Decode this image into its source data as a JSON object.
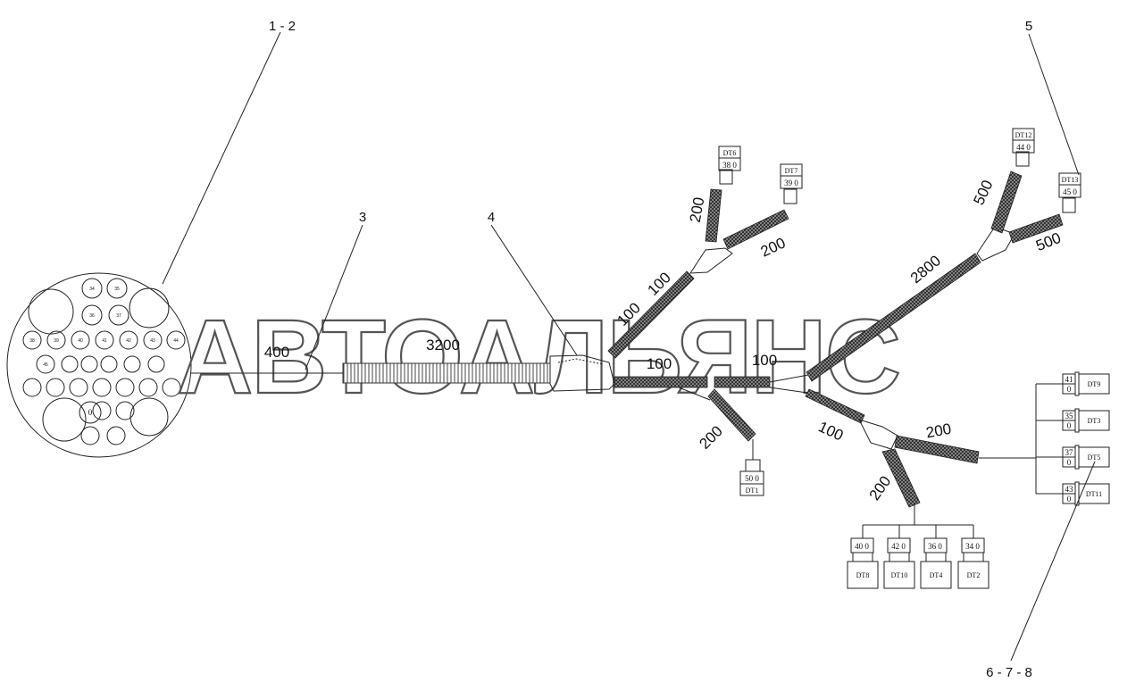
{
  "callouts": {
    "c12": "1 - 2",
    "c3": "3",
    "c4": "4",
    "c5": "5",
    "c678": "6 - 7 - 8"
  },
  "dimensions": {
    "d400": "400",
    "d3200": "3200",
    "d100_a": "100",
    "d100_b": "100",
    "d100_c": "100",
    "d100_d": "100",
    "d100_e": "100",
    "d200_dt6": "200",
    "d200_dt7": "200",
    "d200_dt1": "200",
    "d200_dt5": "200",
    "d200_bottom": "200",
    "d2800": "2800",
    "d500_dt12": "500",
    "d500_dt13": "500"
  },
  "connectors": {
    "dt6": {
      "name": "DT6",
      "value": "38 0"
    },
    "dt7": {
      "name": "DT7",
      "value": "39 0"
    },
    "dt12": {
      "name": "DT12",
      "value": "44 0"
    },
    "dt13": {
      "name": "DT13",
      "value": "45 0"
    },
    "dt1": {
      "name": "DT1",
      "value": "50 0"
    },
    "dt8": {
      "name": "DT8",
      "value": "40 0"
    },
    "dt10": {
      "name": "DT10",
      "value": "42 0"
    },
    "dt4": {
      "name": "DT4",
      "value": "36 0"
    },
    "dt2": {
      "name": "DT2",
      "value": "34 0"
    },
    "dt9": {
      "name": "DT9",
      "top": "41",
      "bottom": "0"
    },
    "dt3": {
      "name": "DT3",
      "top": "35",
      "bottom": "0"
    },
    "dt5": {
      "name": "DT5",
      "top": "37",
      "bottom": "0"
    },
    "dt11": {
      "name": "DT11",
      "top": "43",
      "bottom": "0"
    }
  },
  "round_connector_pins": {
    "p34": "34",
    "p35": "35",
    "p36": "36",
    "p37": "37",
    "p38": "38",
    "p39": "39",
    "p40": "40",
    "p41": "41",
    "p42": "42",
    "p43": "43",
    "p44": "44",
    "p45": "45",
    "p0": "0"
  },
  "watermark": "АВТОАЛЬЯНС"
}
